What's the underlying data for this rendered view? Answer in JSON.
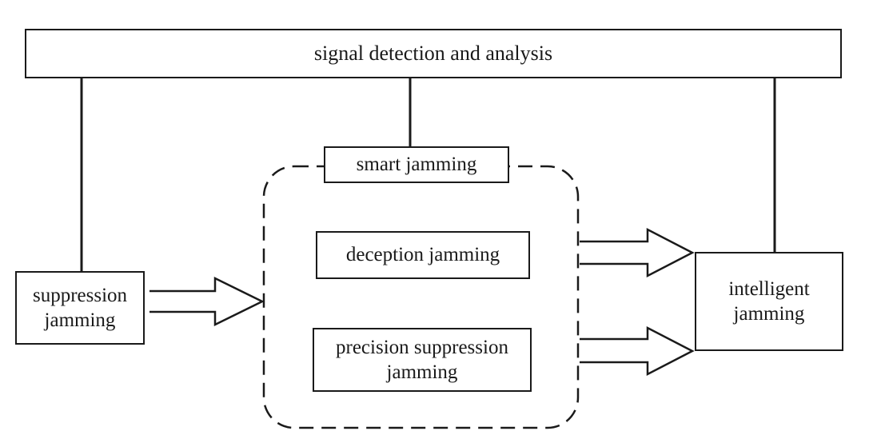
{
  "diagram": {
    "top_bar": {
      "label": "signal detection and analysis"
    },
    "smart_group": {
      "label": "smart jamming"
    },
    "nodes": {
      "suppression": {
        "label": "suppression\njamming"
      },
      "deception": {
        "label": "deception jamming"
      },
      "precision": {
        "label": "precision suppression\njamming"
      },
      "intelligent": {
        "label": "intelligent\njamming"
      }
    }
  }
}
